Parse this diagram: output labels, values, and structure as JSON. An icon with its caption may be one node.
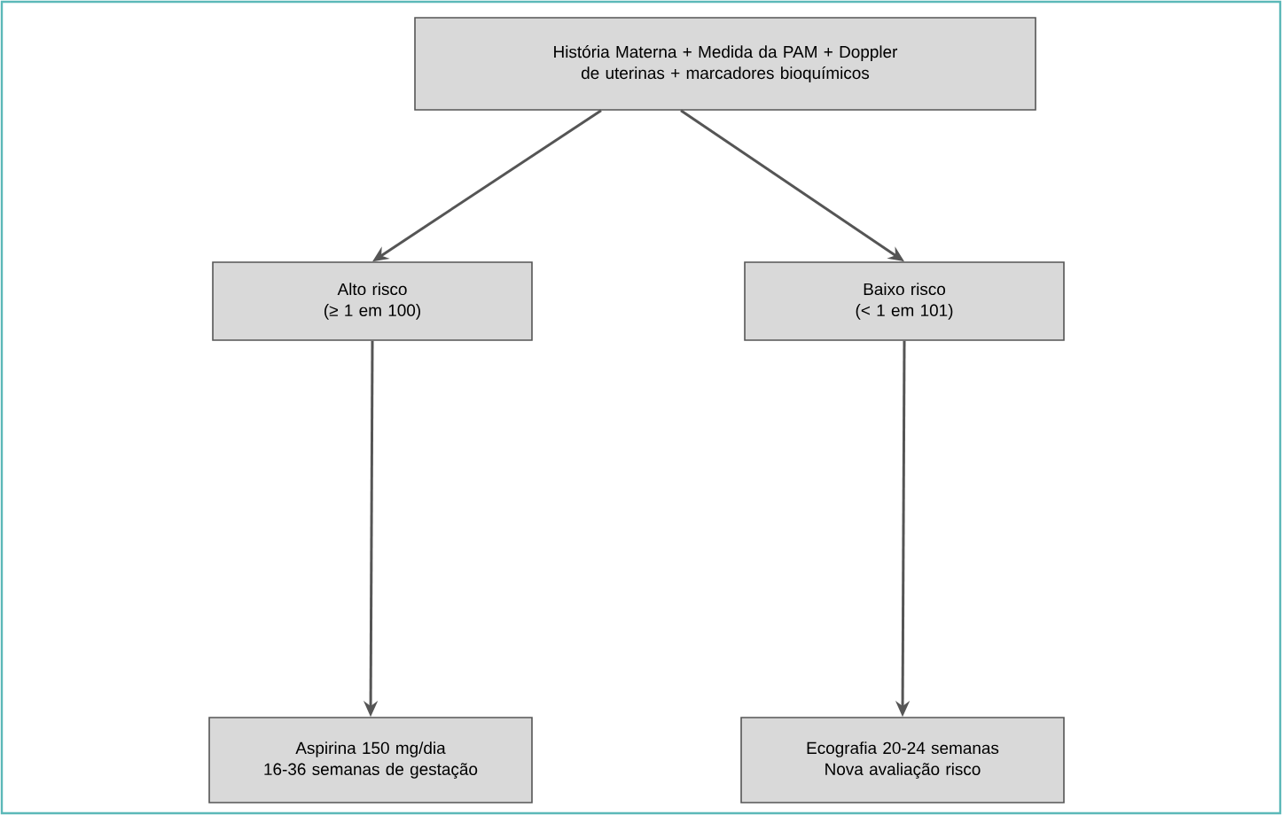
{
  "diagram": {
    "nodes": [
      {
        "text": [
          "História Materna + Medida da PAM + Doppler de uterinas + marcadores bioquímicos"
        ]
      },
      {
        "text": [
          "Alto risco",
          "(≥ 1 em 100)"
        ]
      },
      {
        "text": [
          "Baixo risco",
          "(< 1 em 101)"
        ]
      },
      {
        "text": [
          "Aspirina 150 mg/dia",
          "16-36 semanas de gestação"
        ]
      },
      {
        "text": [
          "Ecografia 20-24 semanas",
          "Nova avaliação risco"
        ]
      }
    ],
    "edges": [
      {
        "from": 0,
        "to": 1,
        "arrow": "to"
      },
      {
        "from": 0,
        "to": 2,
        "arrow": "to"
      },
      {
        "from": 1,
        "to": 3,
        "arrow": "to"
      },
      {
        "from": 2,
        "to": 4,
        "arrow": "to"
      }
    ]
  }
}
